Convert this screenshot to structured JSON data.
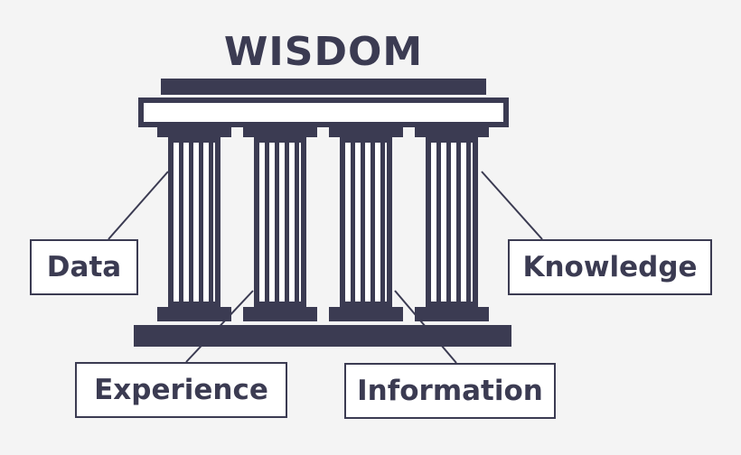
{
  "title": "WISDOM",
  "labels": {
    "data": "Data",
    "knowledge": "Knowledge",
    "experience": "Experience",
    "information": "Information"
  },
  "colors": {
    "structure": "#3b3b52",
    "background": "#f4f4f4",
    "box_fill": "#ffffff"
  }
}
